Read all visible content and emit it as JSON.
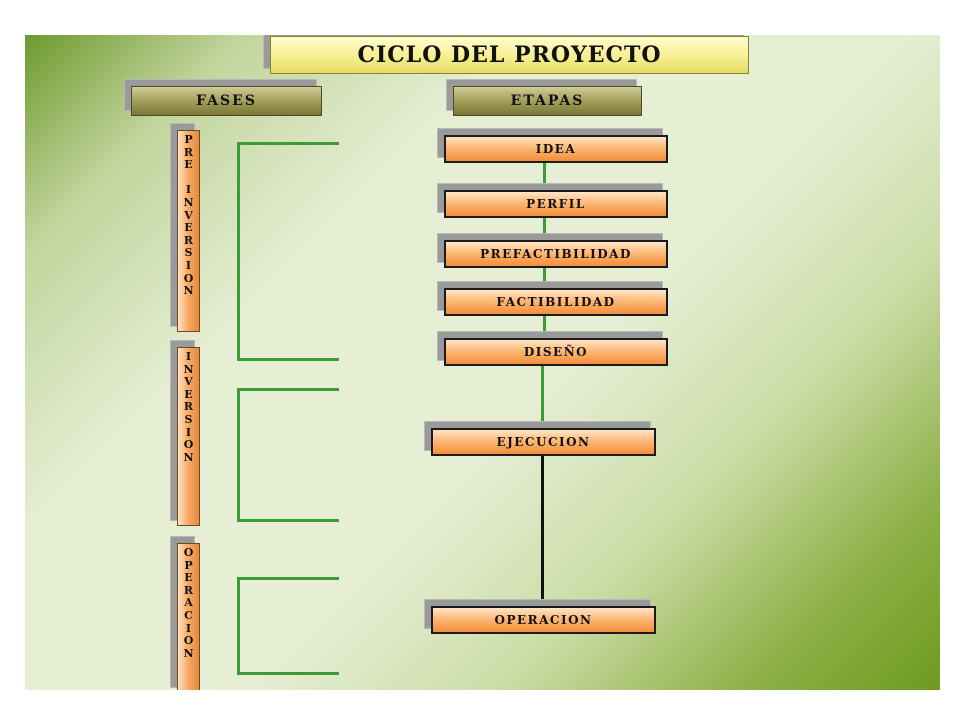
{
  "title": "CICLO DEL PROYECTO",
  "headers": {
    "fases": "FASES",
    "etapas": "ETAPAS"
  },
  "phases": [
    {
      "id": "pre-inversion",
      "label": "PRE INVERSION"
    },
    {
      "id": "inversion",
      "label": "INVERSION"
    },
    {
      "id": "operacion",
      "label": "OPERACION"
    }
  ],
  "stages": [
    {
      "id": "idea",
      "label": "IDEA"
    },
    {
      "id": "perfil",
      "label": "PERFIL"
    },
    {
      "id": "prefactibilidad",
      "label": "PREFACTIBILIDAD"
    },
    {
      "id": "factibilidad",
      "label": "FACTIBILIDAD"
    },
    {
      "id": "diseno",
      "label": "DISEÑO"
    },
    {
      "id": "ejecucion",
      "label": "EJECUCION"
    },
    {
      "id": "operacion",
      "label": "OPERACION"
    }
  ],
  "colors": {
    "stage_fill": "#f7a35c",
    "connector_green": "#3d9b35",
    "connector_black": "#111111",
    "title_fill": "#f6ef90",
    "header_fill": "#9f9a55"
  }
}
